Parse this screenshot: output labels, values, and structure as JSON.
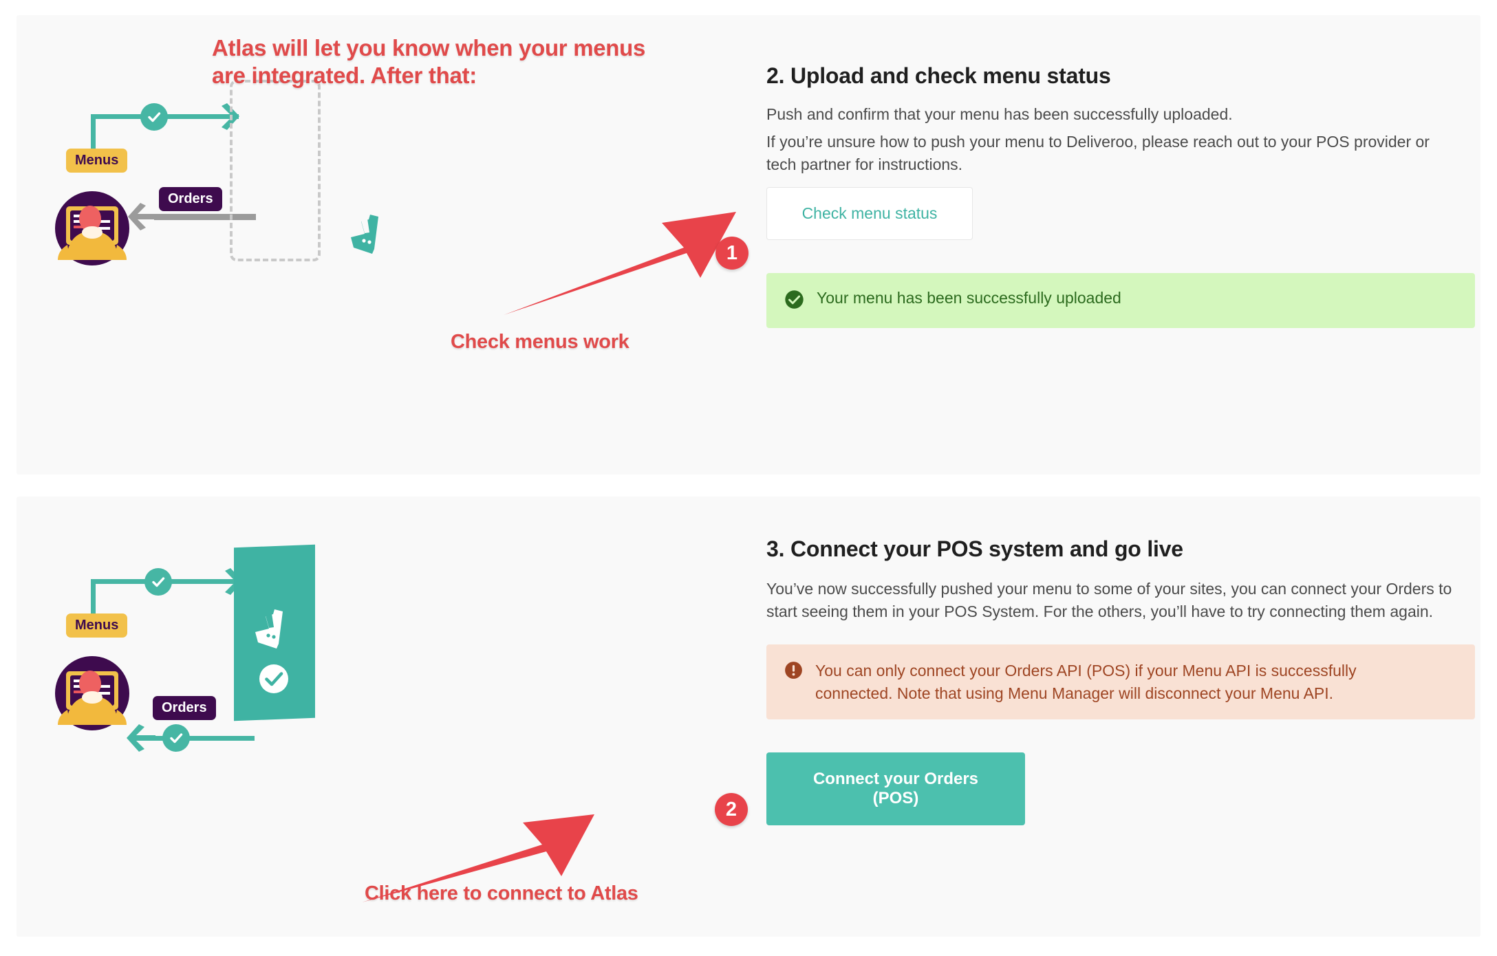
{
  "annotations": {
    "top_note": "Atlas will let you know when your menus\nare integrated. After that:",
    "check_menus": "Check menus work",
    "click_connect": "Click here to connect to Atlas",
    "bubble_1": "1",
    "bubble_2": "2",
    "arrow_1_name": "red-arrow-to-check-menu-status",
    "arrow_2_name": "red-arrow-to-connect-orders"
  },
  "colors": {
    "annotation_red": "#E04A4A",
    "bubble_red": "#E8434A",
    "teal": "#3FB3A3",
    "teal_button": "#4CC0AE",
    "menus_yellow": "#F2C14A",
    "orders_purple": "#3E0B4E",
    "success_bg": "#D4F7BD",
    "success_text": "#2C6B1E",
    "warning_bg": "#F9E1D4",
    "warning_text": "#9E4523",
    "card_bg": "#F9F9F9",
    "gray_arrow": "#9B9B9B",
    "dashed_border": "#C9C9C9"
  },
  "diagram": {
    "menus_label": "Menus",
    "orders_label": "Orders",
    "logo_name": "deliveroo-kangaroo-logo",
    "person_name": "person-at-computer-illustration"
  },
  "section_2": {
    "title": "2. Upload and check menu status",
    "para_1": "Push and confirm that your menu has been successfully uploaded.",
    "para_2": "If you’re unsure how to push your menu to Deliveroo, please reach out to your POS provider or tech partner for instructions.",
    "check_button": "Check menu status",
    "success_banner": "Your menu has been successfully uploaded"
  },
  "section_3": {
    "title": "3. Connect your POS system and go live",
    "para_1": "You’ve now successfully pushed your menu to some of your sites, you can connect your Orders to start seeing them in your POS System. For the others, you’ll have to try connecting them again.",
    "warning_banner": "You can only connect your Orders API (POS) if your Menu API is successfully connected. Note that using Menu Manager will disconnect your Menu API.",
    "connect_button": "Connect your Orders (POS)"
  }
}
